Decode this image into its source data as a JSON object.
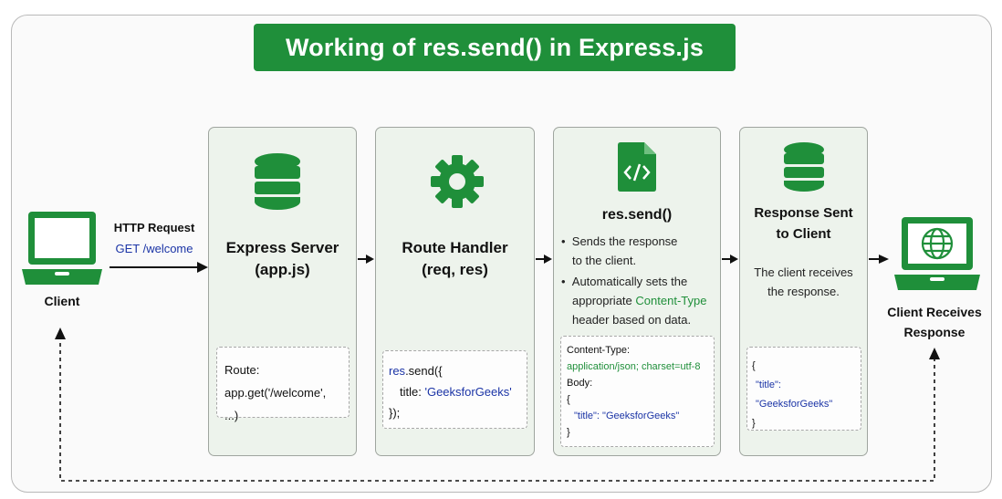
{
  "title": "Working of res.send() in Express.js",
  "client": {
    "label": "Client"
  },
  "request": {
    "label": "HTTP Request",
    "endpoint": "GET /welcome"
  },
  "express_server": {
    "title_line1": "Express Server",
    "title_line2": "(app.js)",
    "code_line1": "Route:",
    "code_line2": "app.get('/welcome', ...)"
  },
  "route_handler": {
    "title_line1": "Route Handler",
    "title_line2": "(req, res)",
    "code_obj": "res",
    "code_call": ".send({",
    "code_key": "title:",
    "code_value": "'GeeksforGeeks'",
    "code_close": "});"
  },
  "res_send": {
    "title": "res.send()",
    "bullet1_line1": "Sends the response",
    "bullet1_line2": "to the client.",
    "bullet2_line1": "Automatically sets the",
    "bullet2_line2_prefix": "appropriate",
    "bullet2_line2_highlight": "Content-Type",
    "bullet2_line3": "header based on data.",
    "code_header_label": "Content-Type:",
    "code_header_value": "application/json; charset=utf-8",
    "code_body_label": "Body:",
    "code_open": "{",
    "code_key": "\"title\":",
    "code_value": "\"GeeksforGeeks\"",
    "code_close": "}"
  },
  "response_sent": {
    "title_line1": "Response Sent",
    "title_line2": "to Client",
    "desc_line1": "The client receives",
    "desc_line2": "the response.",
    "code_open": "{",
    "code_key": "\"title\":",
    "code_value": "\"GeeksforGeeks\"",
    "code_close": "}"
  },
  "client_receives": {
    "label_line1": "Client Receives",
    "label_line2": "Response"
  },
  "colors": {
    "brand_green": "#1f8f3a",
    "code_blue": "#1b34a6",
    "card_bg": "#edf3ec"
  }
}
